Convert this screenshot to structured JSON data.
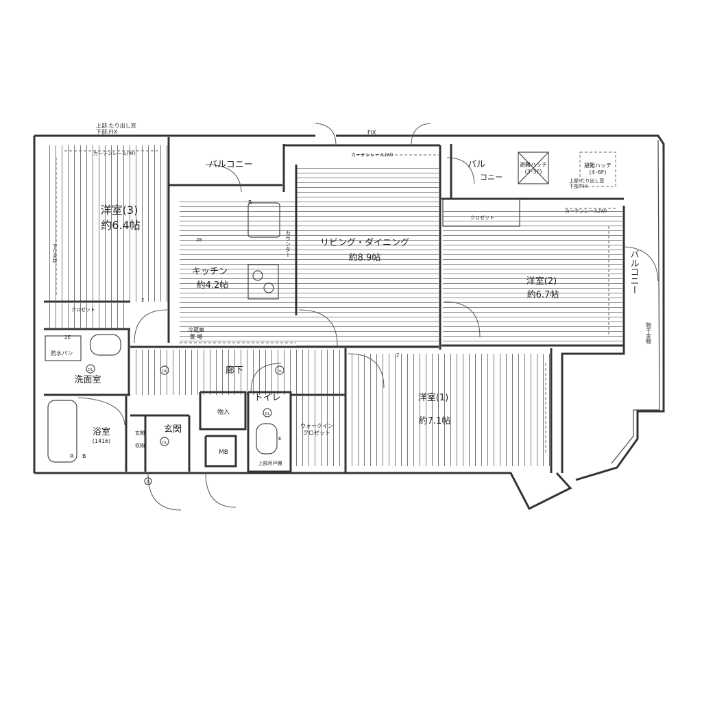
{
  "notes": {
    "window_top_left_1": "上部:たり出し窓",
    "window_top_left_2": "下部:FIX",
    "fix": "FIX",
    "window_top_right_1": "上部:たり出し窓",
    "window_top_right_2": "下部:FIX"
  },
  "rooms": {
    "western3": {
      "name": "洋室(3)",
      "size": "約6.4帖"
    },
    "kitchen": {
      "name": "キッチン",
      "size": "約4.2帖"
    },
    "living": {
      "name": "リビング・ダイニング",
      "size": "約8.9帖"
    },
    "western2": {
      "name": "洋室(2)",
      "size": "約6.7帖"
    },
    "western1": {
      "name": "洋室(1)",
      "size": "約7.1帖"
    },
    "washroom": {
      "name": "洗面室"
    },
    "bathroom": {
      "name": "浴室",
      "spec": "(1416)"
    },
    "entrance": {
      "name": "玄関"
    },
    "corridor": {
      "name": "廊下"
    },
    "toilet": {
      "name": "トイレ"
    },
    "storage": {
      "name": "物入"
    },
    "mb": {
      "name": "MB"
    },
    "walkin": {
      "line1": "ウォークイン",
      "line2": "クロゼット"
    },
    "entrance_storage": {
      "line1": "玄関",
      "line2": "収納"
    }
  },
  "labels": {
    "balcony_top": "バルコニー",
    "balcony_mid_1": "バル",
    "balcony_mid_2": "コニー",
    "balcony_right": "バルコニー",
    "hatch_35_1": "避難ハッチ",
    "hatch_35_2": "(3･5F)",
    "hatch_46_1": "避難ハッチ",
    "hatch_46_2": "(4･6F)",
    "curtain_rail_1": "カーテンレール(W)",
    "curtain_rail_2": "カーテンレール(W)",
    "curtain_rail_3": "カーテンレール(W)",
    "closet_3": "クロゼット",
    "closet_2": "クロゼット",
    "counter": "カウンター",
    "fridge_1": "冷蔵庫",
    "fridge_2": "置 場",
    "waterproof_pan": "防水パン",
    "drying_rack": "物干金物",
    "upper_cabinet": "上部吊戸棚",
    "drop_ceiling": "下り天井",
    "dl": "DL",
    "mark_2e": "2E",
    "mark_2": "2",
    "mark_r": "R",
    "mark_b": "B",
    "mark_e": "E",
    "mark_d": "D"
  }
}
